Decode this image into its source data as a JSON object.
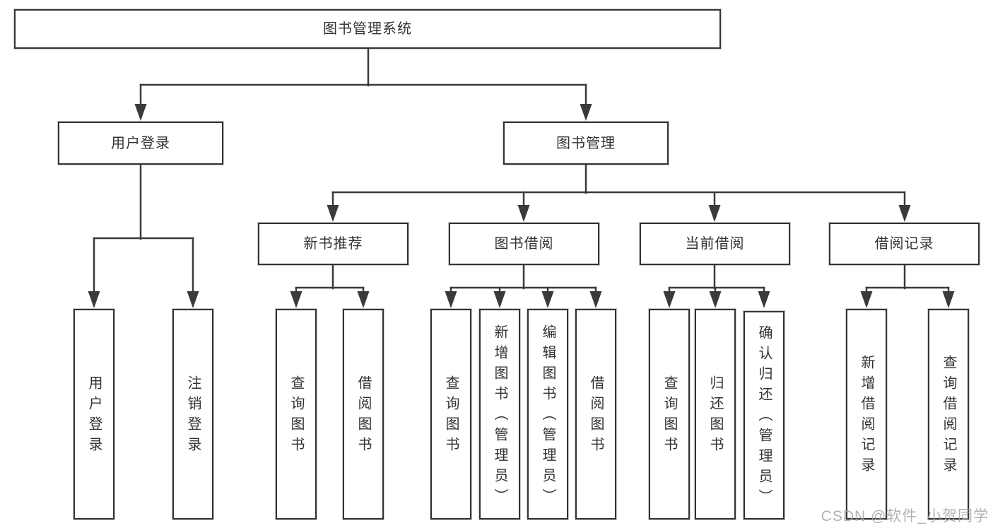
{
  "diagram": {
    "root": {
      "label": "图书管理系统"
    },
    "level2": {
      "user_login": {
        "label": "用户登录"
      },
      "book_management": {
        "label": "图书管理"
      }
    },
    "level3": {
      "new_book_recommend": {
        "label": "新书推荐"
      },
      "book_borrowing": {
        "label": "图书借阅"
      },
      "current_borrowing": {
        "label": "当前借阅"
      },
      "borrowing_records": {
        "label": "借阅记录"
      }
    },
    "leaves": {
      "user_login": {
        "label": "用户登录"
      },
      "logout": {
        "label": "注销登录"
      },
      "query_books_recommend": {
        "label": "查询图书"
      },
      "borrow_books_recommend": {
        "label": "借阅图书"
      },
      "query_books_borrowing": {
        "label": "查询图书"
      },
      "add_books_admin": {
        "label": "新增图书（管理员）"
      },
      "edit_books_admin": {
        "label": "编辑图书（管理员）"
      },
      "borrow_books_borrowing": {
        "label": "借阅图书"
      },
      "query_books_current": {
        "label": "查询图书"
      },
      "return_books": {
        "label": "归还图书"
      },
      "confirm_return_admin": {
        "label": "确认归还（管理员）"
      },
      "add_borrow_record": {
        "label": "新增借阅记录"
      },
      "query_borrow_record": {
        "label": "查询借阅记录"
      }
    },
    "colors": {
      "line": "#3a3a3a",
      "box_border": "#333333",
      "box_fill": "#ffffff",
      "text": "#333333",
      "watermark": "#a5a5a5"
    },
    "watermark": "CSDN @软件_小贺同学"
  }
}
